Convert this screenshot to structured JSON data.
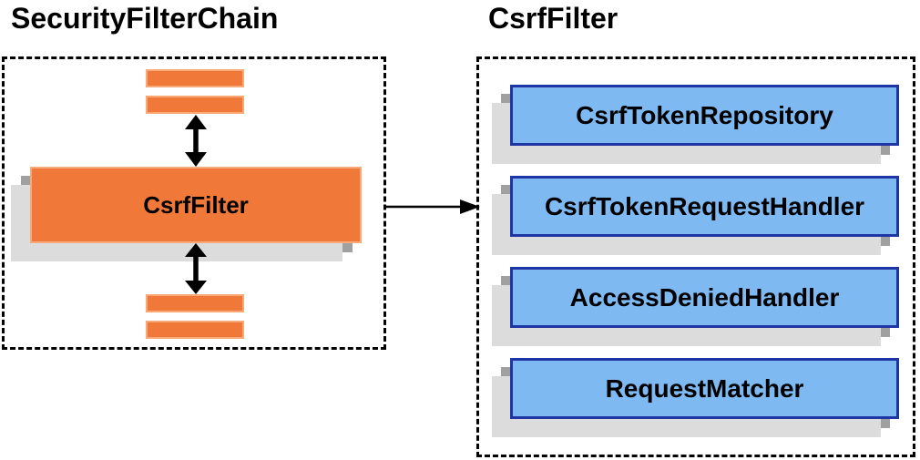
{
  "left_panel": {
    "title": "SecurityFilterChain",
    "center_box_label": "CsrfFilter"
  },
  "right_panel": {
    "title": "CsrfFilter",
    "components": [
      {
        "label": "CsrfTokenRepository"
      },
      {
        "label": "CsrfTokenRequestHandler"
      },
      {
        "label": "AccessDeniedHandler"
      },
      {
        "label": "RequestMatcher"
      }
    ]
  },
  "colors": {
    "orange_fill": "#F0793A",
    "orange_border": "#F9A877",
    "blue_fill": "#7FB9F2",
    "blue_border": "#1F35A3",
    "shadow_dark": "#A0A0A0",
    "shadow_light": "#DCDCDC",
    "panel_border": "#000000",
    "arrow": "#000000",
    "text": "#000000"
  }
}
